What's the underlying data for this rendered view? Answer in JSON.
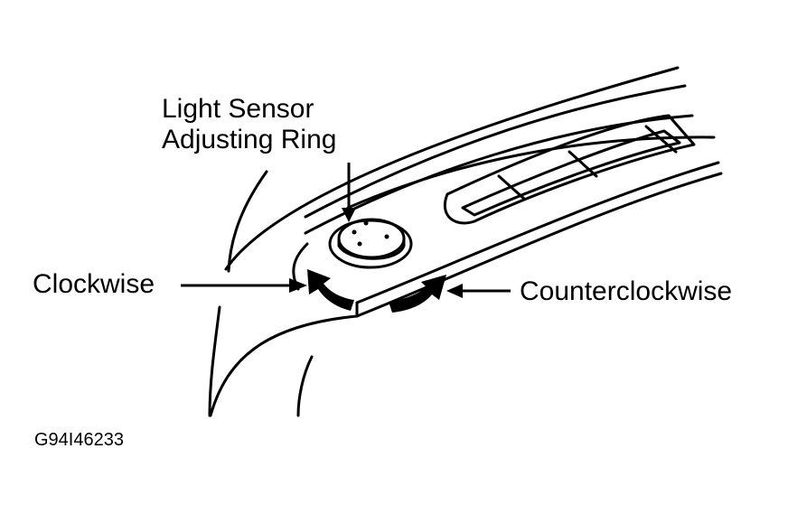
{
  "labels": {
    "sensor_line1": "Light Sensor",
    "sensor_line2": "Adjusting Ring",
    "clockwise": "Clockwise",
    "counterclockwise": "Counterclockwise",
    "figure_code": "G94I46233"
  },
  "colors": {
    "ink": "#000000",
    "paper": "#ffffff"
  }
}
